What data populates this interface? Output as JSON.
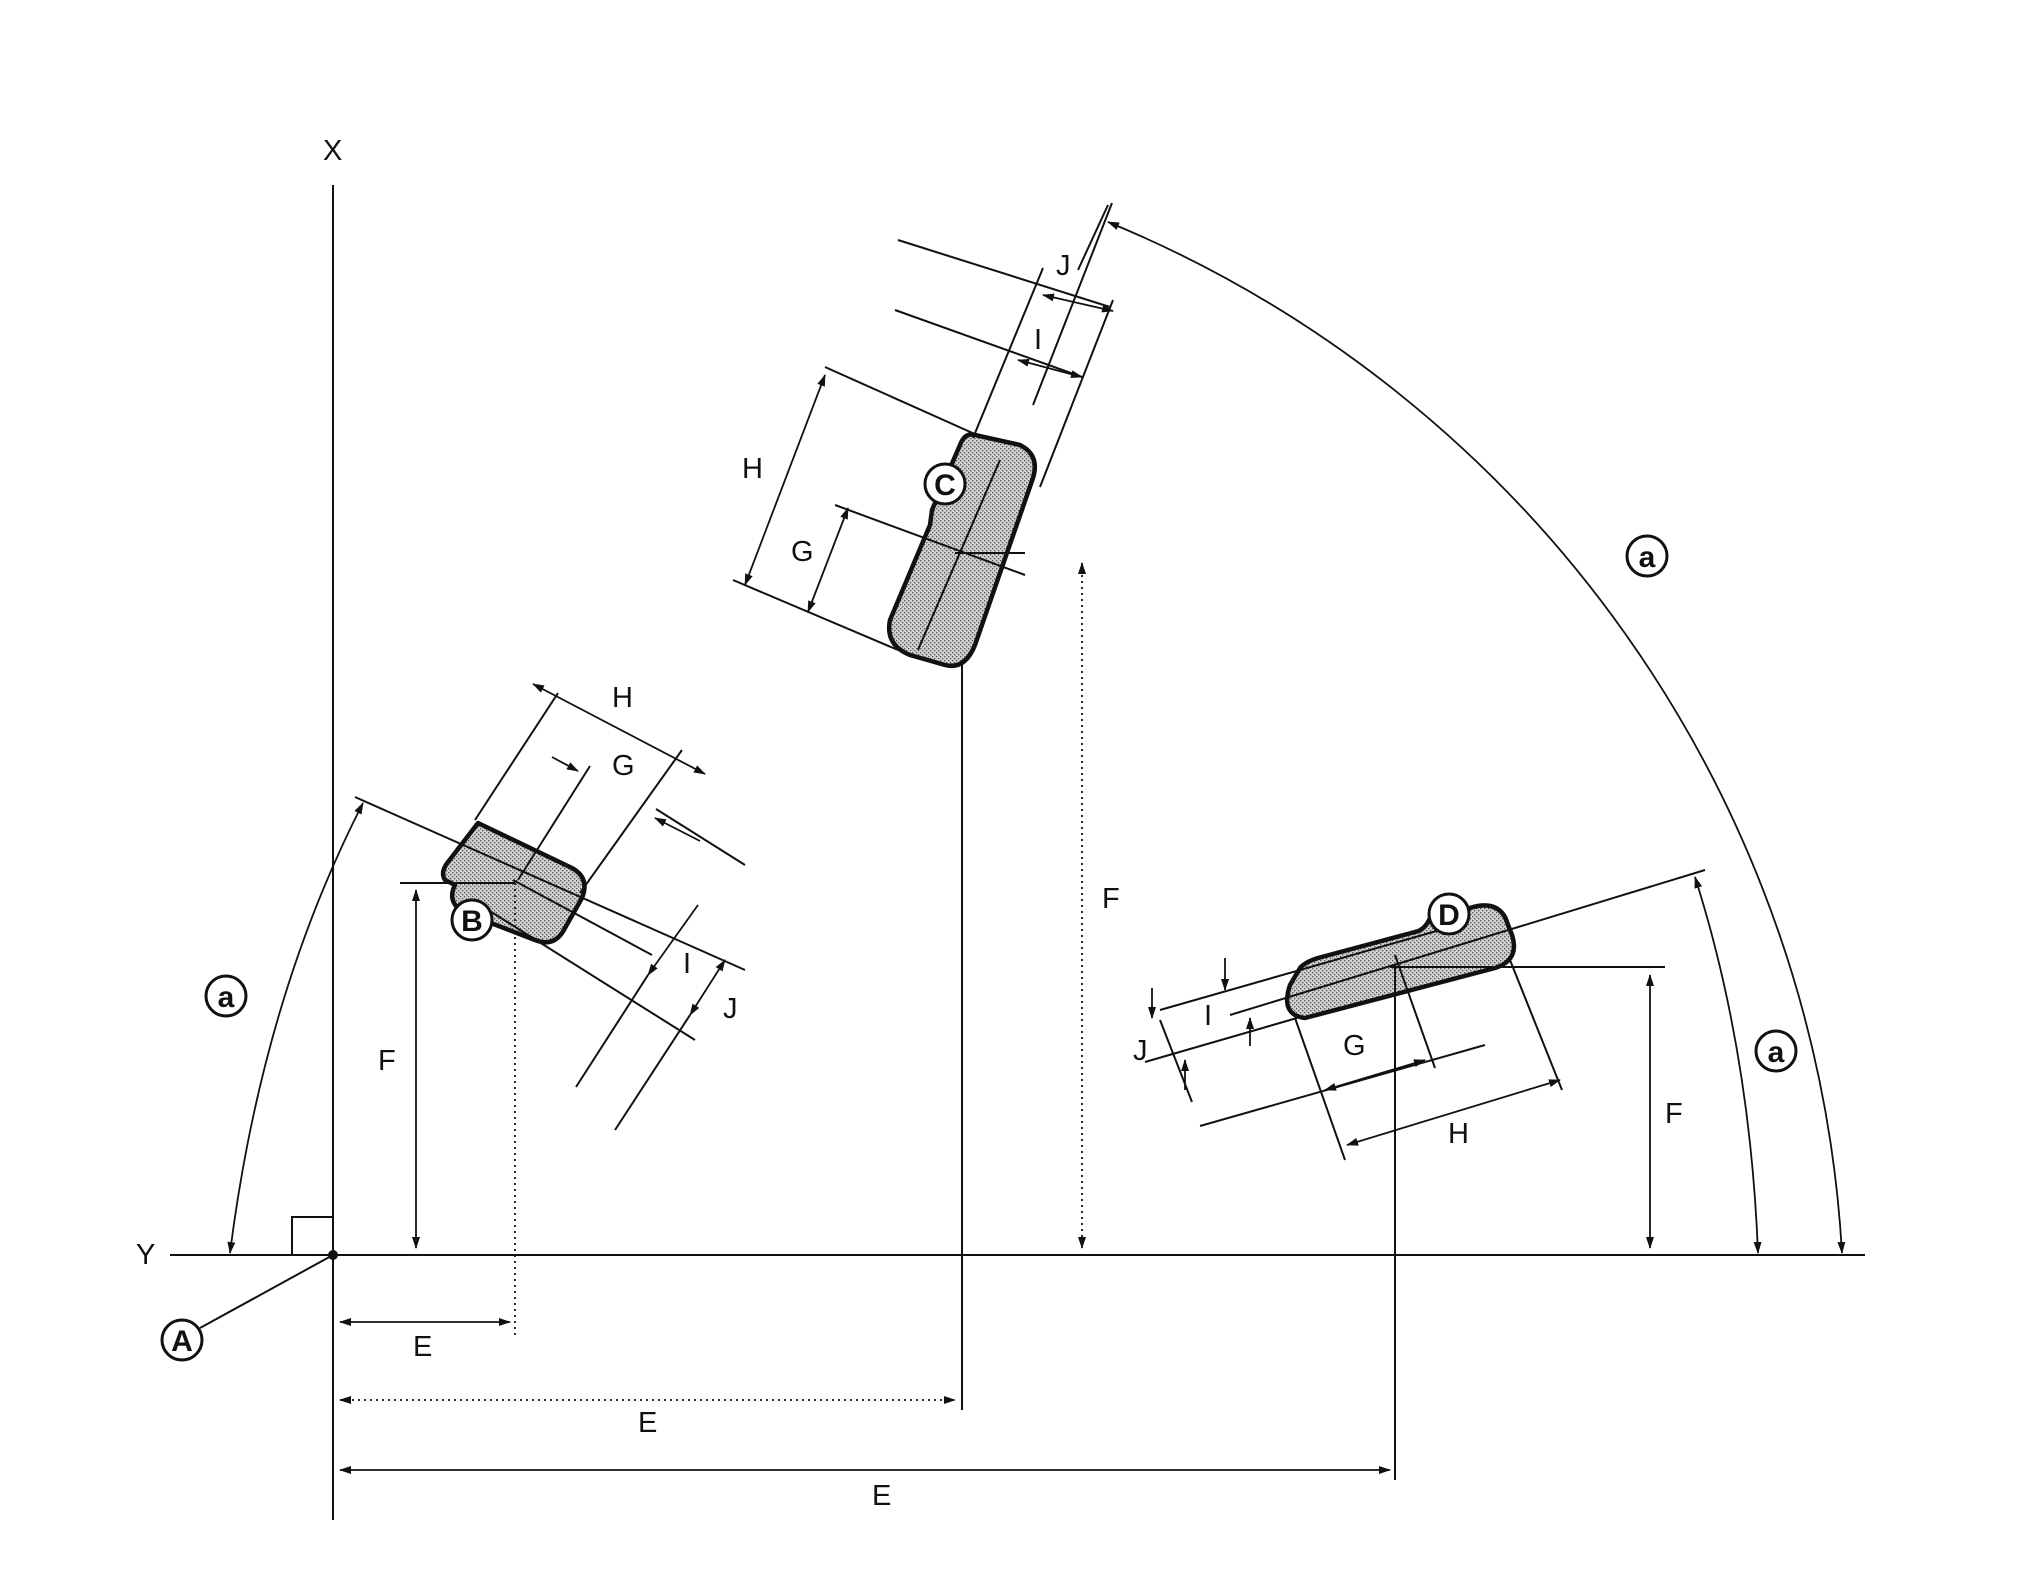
{
  "diagram": {
    "axes": {
      "x_label": "X",
      "y_label": "Y"
    },
    "points": {
      "origin": "A",
      "pad_b": "B",
      "pad_c": "C",
      "pad_d": "D"
    },
    "angle_label": "a",
    "dimensions": {
      "e": "E",
      "f": "F",
      "g": "G",
      "h": "H",
      "i": "I",
      "j": "J"
    }
  }
}
